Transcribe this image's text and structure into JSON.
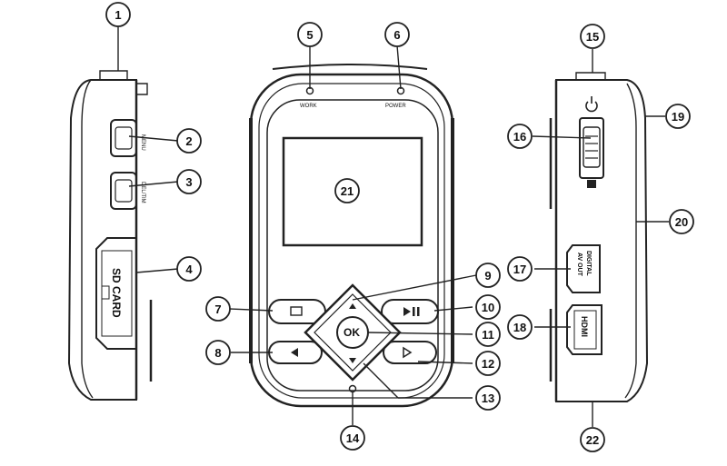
{
  "device_labels": {
    "work": "WORK",
    "power": "POWER",
    "menu": "MENU",
    "delete": "DEL/TIM",
    "sd_card": "SD CARD",
    "av_out": "AV OUT",
    "digital": "DIGITAL",
    "hdmi": "HDMI",
    "ok": "OK"
  },
  "callouts": [
    "1",
    "2",
    "3",
    "4",
    "5",
    "6",
    "7",
    "8",
    "9",
    "10",
    "11",
    "12",
    "13",
    "14",
    "15",
    "16",
    "17",
    "18",
    "19",
    "20",
    "21",
    "22"
  ]
}
